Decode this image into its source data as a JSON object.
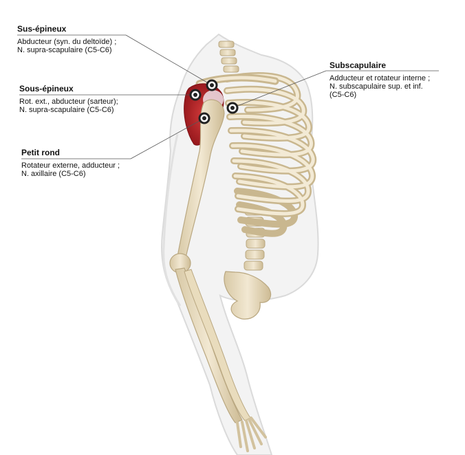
{
  "labels": [
    {
      "title": "Sus-épineux",
      "desc": "Abducteur (syn. du deltoïde) ;\nN. supra-scapulaire (C5-C6)"
    },
    {
      "title": "Sous-épineux",
      "desc": "Rot. ext., abducteur (sarteur);\nN. supra-scapulaire (C5-C6)"
    },
    {
      "title": "Petit rond",
      "desc": "Rotateur externe, adducteur ;\nN. axillaire (C5-C6)"
    },
    {
      "title": "Subscapulaire",
      "desc": "Adducteur et rotateur interne ;\nN. subscapulaire sup. et inf.\n(C5-C6)"
    }
  ],
  "colors": {
    "bone": "#eee2c6",
    "bone_edge": "#b9a780",
    "muscle": "#b71f24",
    "body_outline": "#d4d4d4",
    "leader_line": "#555555",
    "marker": "#222222"
  }
}
